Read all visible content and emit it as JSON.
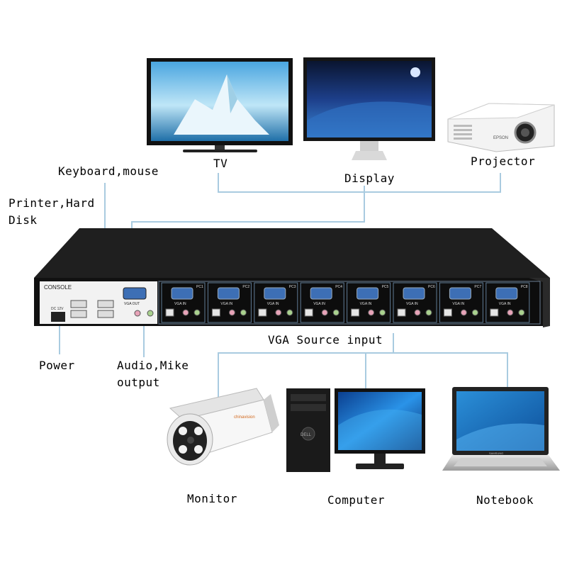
{
  "labels": {
    "tv": "TV",
    "display": "Display",
    "projector": "Projector",
    "keyboard_mouse": "Keyboard,mouse",
    "printer_hard_disk_line1": "Printer,Hard",
    "printer_hard_disk_line2": "Disk",
    "power": "Power",
    "audio_mike_line1": "Audio,Mike",
    "audio_mike_line2": "output",
    "vga_source_input": "VGA Source input",
    "monitor": "Monitor",
    "computer": "Computer",
    "notebook": "Notebook"
  },
  "device": {
    "console_label": "CONSOLE",
    "vga_out_label": "VGA OUT",
    "vga_in_label": "VGA IN",
    "pc_labels": [
      "PC1",
      "PC2",
      "PC3",
      "PC4",
      "PC5",
      "PC6",
      "PC7",
      "PC8"
    ],
    "dc_label": "DC 12V",
    "projector_brand": "EPSON",
    "camera_brand": "chinavision",
    "notebook_brand": "SAMSUNG",
    "computer_brand": "DELL"
  },
  "colors": {
    "line": "#a9cbe0",
    "device_body": "#1c1c1c",
    "panel": "#f2f2f2"
  }
}
